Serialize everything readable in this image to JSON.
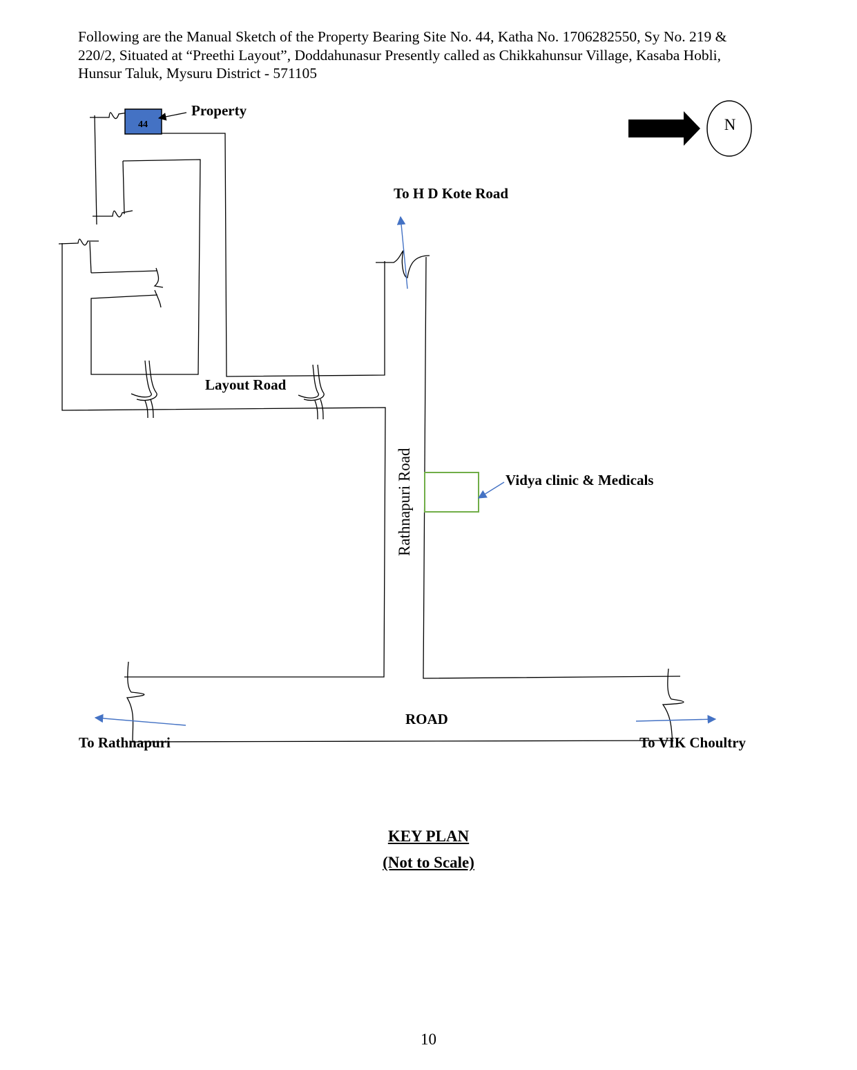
{
  "intro": {
    "line1": "Following are the Manual Sketch of the Property Bearing Site No. 44, Katha No. 1706282550, Sy No. 219 &",
    "line2": "220/2, Situated at “Preethi Layout”, Doddahunasur Presently called as Chikkahunsur Village, Kasaba Hobli,",
    "line3": "Hunsur Taluk, Mysuru District - 571105"
  },
  "map": {
    "site_number": "44",
    "property_label": "Property",
    "north_label": "N",
    "to_hd_kote_label": "To H D Kote Road",
    "layout_road_label": "Layout Road",
    "rathnapuri_road_label": "Rathnapuri Road",
    "clinic_label": "Vidya clinic & Medicals",
    "road_label": "ROAD",
    "to_rathnapuri_label": "To Rathnapuri",
    "to_vik_label": "To VIK Choultry",
    "colors": {
      "property_fill": "#4472c4",
      "clinic_outline": "#70ad47",
      "direction_arrow": "#4472c4",
      "line": "#000000"
    }
  },
  "key_plan": {
    "title": "KEY PLAN",
    "subtitle": "(Not to Scale)"
  },
  "page_number": "10"
}
